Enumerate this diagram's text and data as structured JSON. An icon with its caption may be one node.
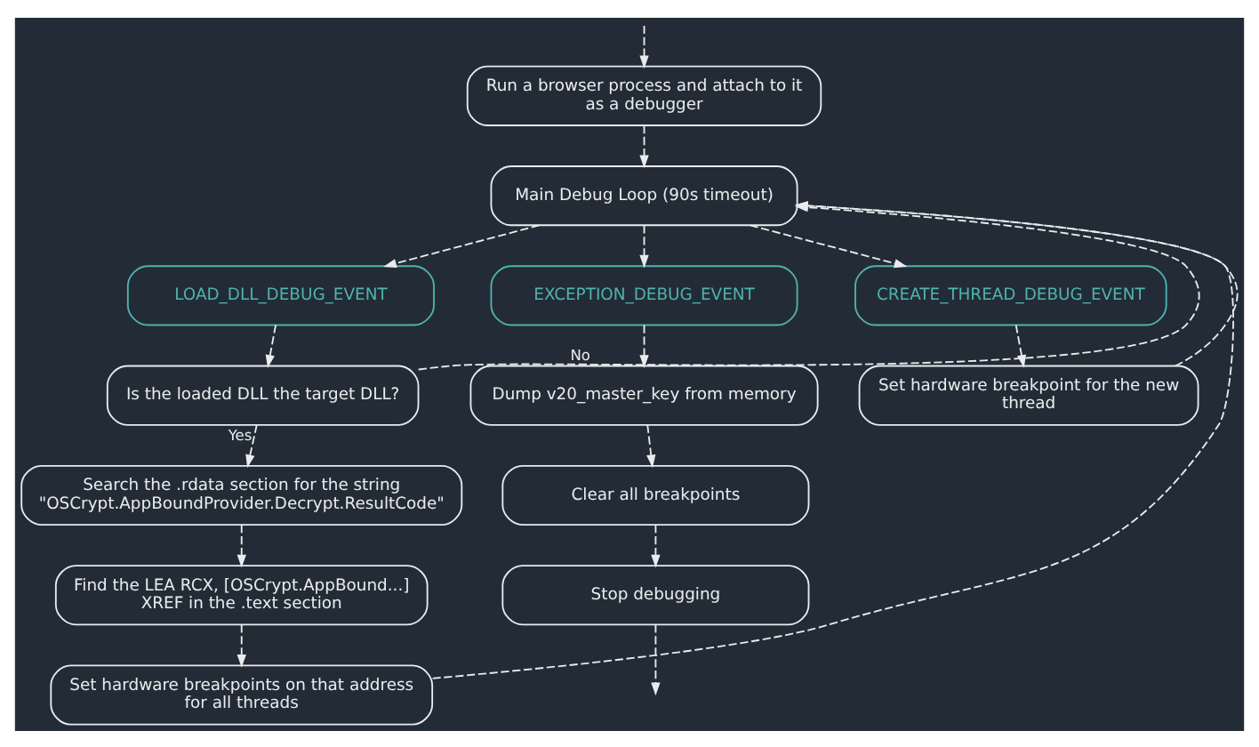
{
  "diagram": {
    "nodes": [
      {
        "text": [
          "Run a browser process and attach to it as a debugger"
        ]
      },
      {
        "text": [
          "Main Debug Loop (90s timeout)"
        ]
      },
      {
        "text": [
          "LOAD_DLL_DEBUG_EVENT"
        ]
      },
      {
        "text": [
          "EXCEPTION_DEBUG_EVENT"
        ]
      },
      {
        "text": [
          "CREATE_THREAD_DEBUG_EVENT"
        ]
      },
      {
        "text": [
          "Is the loaded DLL the target DLL?"
        ]
      },
      {
        "text": [
          "Search the .rdata section for the string \"OSCrypt.AppBoundProvider.Decrypt.ResultCode\""
        ]
      },
      {
        "text": [
          "Find the LEA RCX, [OSCrypt.AppBound...] XREF in the .text section"
        ]
      },
      {
        "text": [
          "Set hardware breakpoints on that address for all threads"
        ]
      },
      {
        "text": [
          "Dump v20_master_key from memory"
        ]
      },
      {
        "text": [
          "Clear all breakpoints"
        ]
      },
      {
        "text": [
          "Stop debugging"
        ]
      },
      {
        "text": [
          "Set hardware breakpoint for the new thread"
        ]
      }
    ],
    "edges": [
      {
        "from": null,
        "to": 0,
        "arrow": "to",
        "style": "dashed"
      },
      {
        "from": 0,
        "to": 1,
        "arrow": "to",
        "style": "dashed"
      },
      {
        "from": 1,
        "to": 2,
        "arrow": "to",
        "style": "dashed"
      },
      {
        "from": 1,
        "to": 3,
        "arrow": "to",
        "style": "dashed"
      },
      {
        "from": 1,
        "to": 4,
        "arrow": "to",
        "style": "dashed"
      },
      {
        "from": 2,
        "to": 5,
        "arrow": "to",
        "style": "dashed"
      },
      {
        "from": 5,
        "to": 6,
        "arrow": "to",
        "style": "dashed",
        "label": "Yes"
      },
      {
        "from": 5,
        "to": 1,
        "arrow": "to",
        "style": "dashed",
        "label": "No"
      },
      {
        "from": 6,
        "to": 7,
        "arrow": "to",
        "style": "dashed"
      },
      {
        "from": 7,
        "to": 8,
        "arrow": "to",
        "style": "dashed"
      },
      {
        "from": 8,
        "to": 1,
        "arrow": "to",
        "style": "dashed"
      },
      {
        "from": 3,
        "to": 9,
        "arrow": "to",
        "style": "dashed"
      },
      {
        "from": 9,
        "to": 10,
        "arrow": "to",
        "style": "dashed"
      },
      {
        "from": 10,
        "to": 11,
        "arrow": "to",
        "style": "dashed"
      },
      {
        "from": 11,
        "to": null,
        "arrow": "to",
        "style": "dashed"
      },
      {
        "from": 4,
        "to": 12,
        "arrow": "to",
        "style": "dashed"
      },
      {
        "from": 12,
        "to": 1,
        "arrow": "to",
        "style": "dashed"
      }
    ]
  }
}
